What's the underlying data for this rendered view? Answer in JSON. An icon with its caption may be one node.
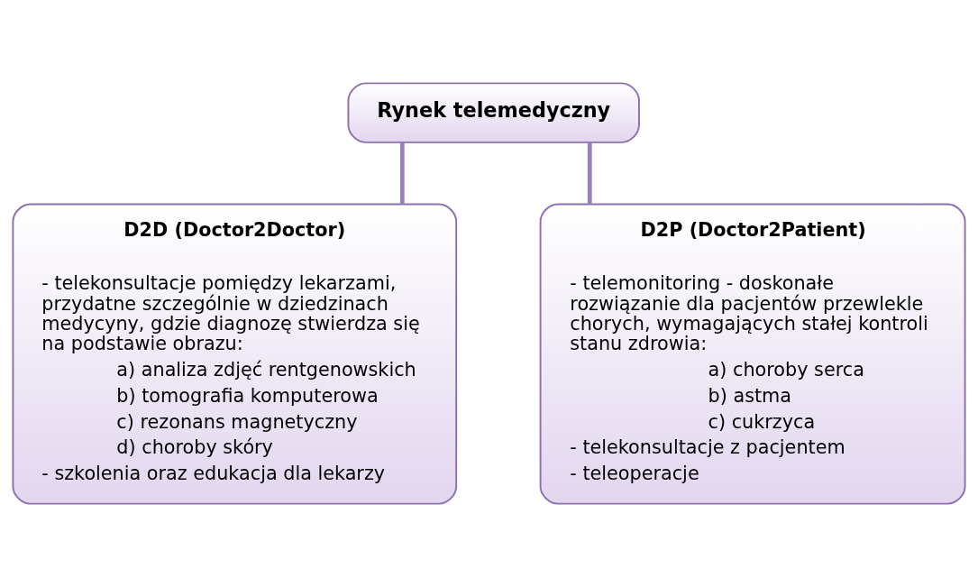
{
  "diagram": {
    "nodes": [
      {
        "text": [
          "Rynek telemedyczny"
        ]
      },
      {
        "text": [
          "D2D (Doctor2Doctor)",
          "- telekonsultacje pomiędzy lekarzami, przydatne szczególnie w dziedzinach medycyny, gdzie diagnozę stwierdza się na podstawie obrazu:",
          "a) analiza zdjęć rentgenowskich",
          "b) tomografia komputerowa",
          "c) rezonans magnetyczny",
          "d) choroby skóry",
          "- szkolenia oraz edukacja dla lekarzy"
        ]
      },
      {
        "text": [
          "D2P (Doctor2Patient)",
          "- telemonitoring - doskonałe rozwiązanie dla pacjentów przewlekle chorych, wymagających stałej kontroli stanu zdrowia:",
          "a) choroby serca",
          "b) astma",
          "c) cukrzyca",
          "- telekonsultacje z pacjentem",
          "- teleoperacje"
        ]
      }
    ],
    "edges": [
      {
        "from": 0,
        "to": 1,
        "arrow": "none"
      },
      {
        "from": 0,
        "to": 2,
        "arrow": "none"
      }
    ]
  }
}
